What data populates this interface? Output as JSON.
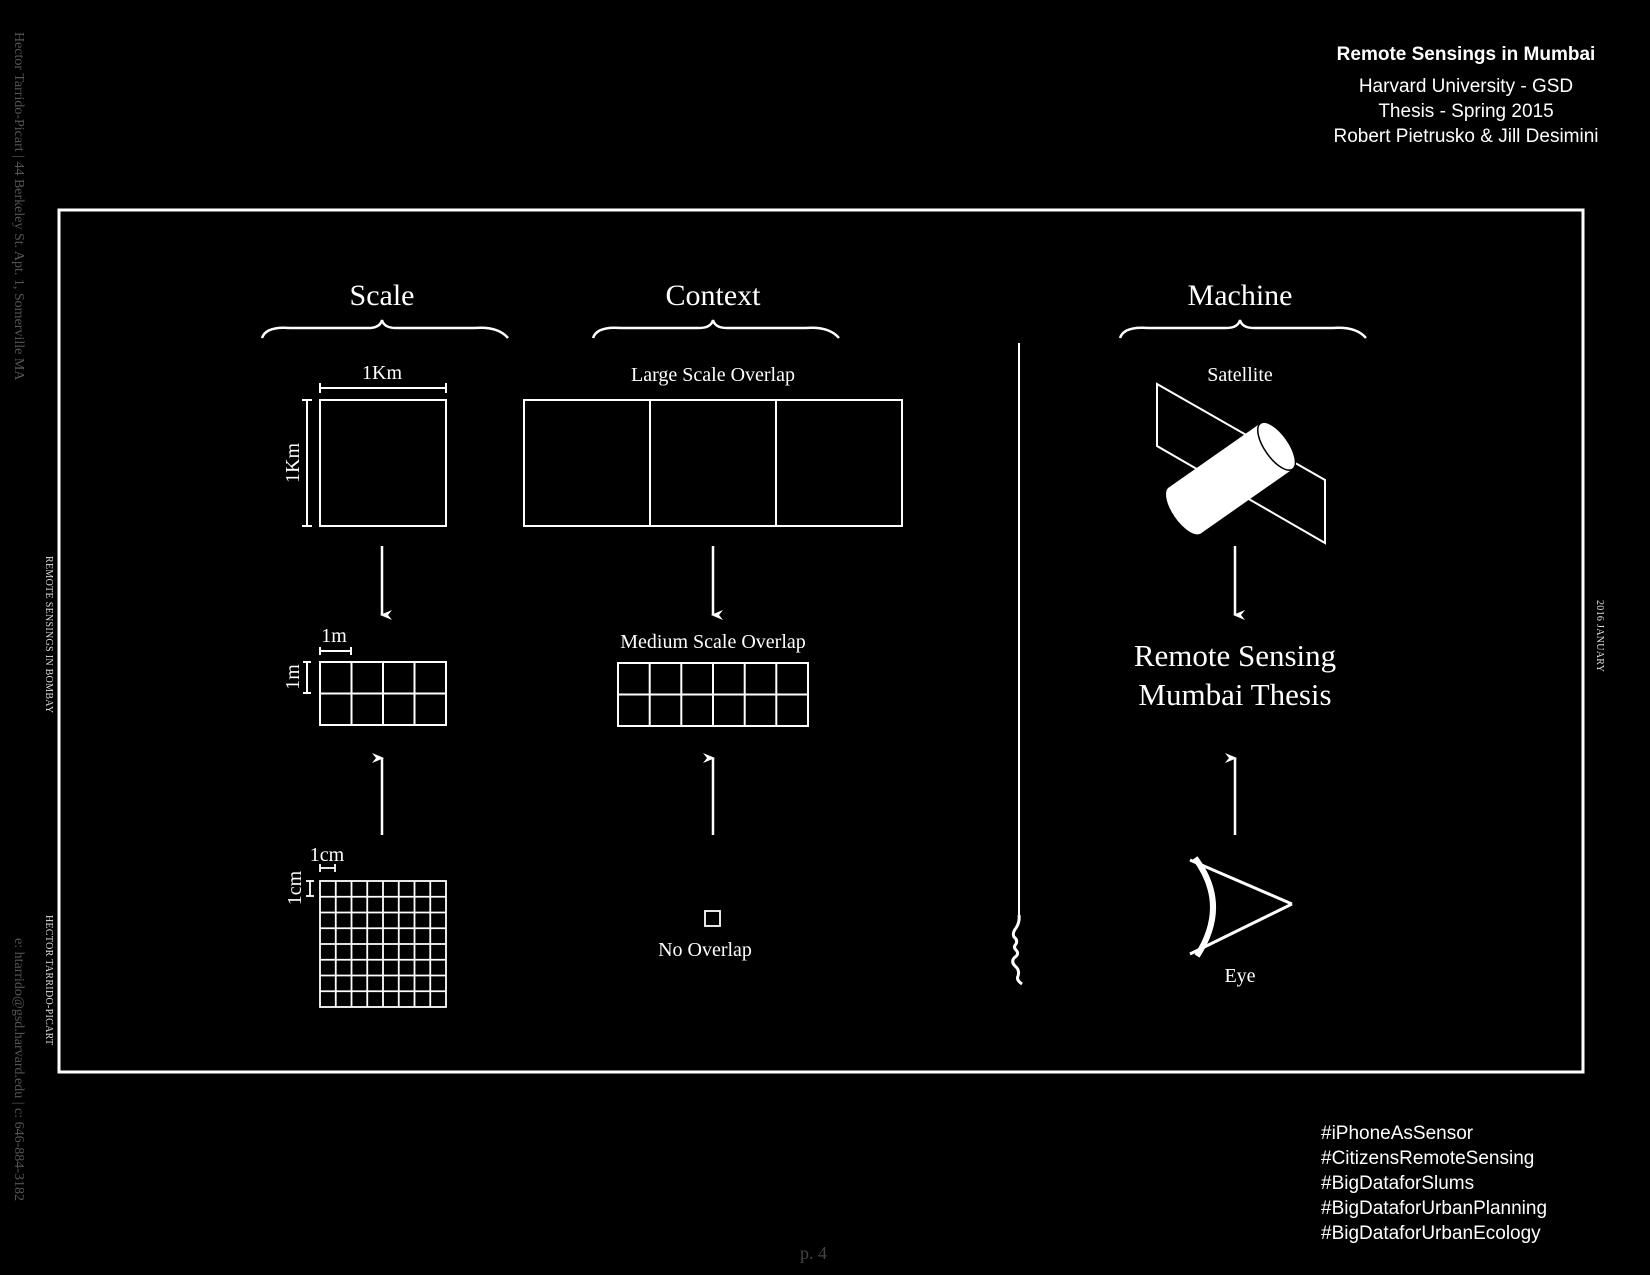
{
  "header": {
    "title": "Remote Sensings in Mumbai",
    "lines": [
      "Harvard University - GSD",
      "Thesis - Spring 2015",
      "Robert Pietrusko & Jill Desimini"
    ]
  },
  "side_text": {
    "address": "Hector Tarrido-Picart | 44 Berkeley St. Apt. 1, Somerville MA",
    "contact": "e: htarrido@gsd.harvard.edu | c: 646-884-3182",
    "project": "REMOTE SENSINGS IN BOMBAY",
    "author": "HECTOR TARRIDO-PICART",
    "date": "2016 JANUARY"
  },
  "diagram": {
    "columns": {
      "scale": {
        "title": "Scale",
        "km_width": "1Km",
        "km_height": "1Km",
        "m_width": "1m",
        "m_height": "1m",
        "cm_width": "1cm",
        "cm_height": "1cm"
      },
      "context": {
        "title": "Context",
        "large": "Large Scale Overlap",
        "medium": "Medium Scale Overlap",
        "none": "No Overlap"
      },
      "machine": {
        "title": "Machine",
        "satellite": "Satellite",
        "result_line1": "Remote Sensing",
        "result_line2": "Mumbai Thesis",
        "eye": "Eye"
      }
    }
  },
  "hashtags": [
    "#iPhoneAsSensor",
    "#CitizensRemoteSensing",
    "#BigDataforSlums",
    "#BigDataforUrbanPlanning",
    "#BigDataforUrbanEcology"
  ],
  "page_number": "p. 4",
  "colors": {
    "background": "#000000",
    "foreground": "#ffffff",
    "muted": "#555555"
  }
}
